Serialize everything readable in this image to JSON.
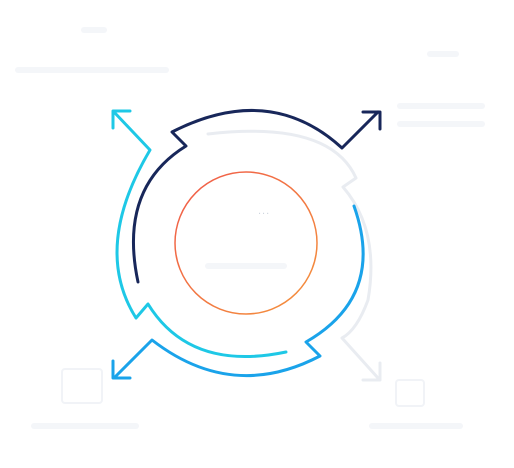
{
  "center": {
    "dots": "..."
  },
  "colors": {
    "navy": "#18275a",
    "cyan": "#1ec8e6",
    "blue": "#1aa3ea",
    "light_gray": "#e9ecf1",
    "orange_red": "#f06a3a"
  },
  "icons": {
    "arrow_top_left": "arrow-up-left",
    "arrow_top_right": "arrow-up-right",
    "arrow_bottom_left": "arrow-down-left",
    "arrow_bottom_right": "arrow-down-right"
  }
}
